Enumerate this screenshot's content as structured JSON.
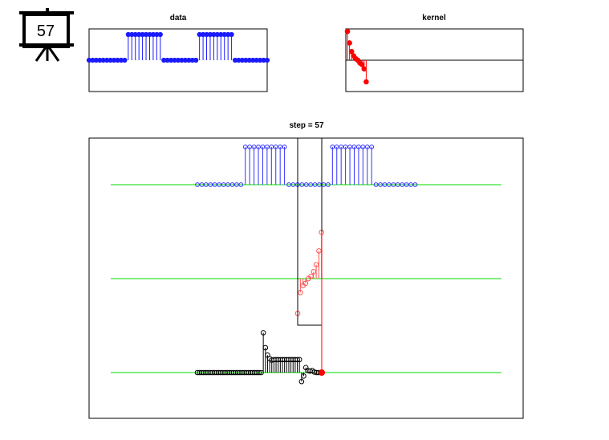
{
  "badge": {
    "step_number": "57"
  },
  "chart_data": [
    {
      "id": "data",
      "type": "stem",
      "title": "data",
      "color": "#1a1aff",
      "n": 51,
      "pattern": {
        "baseline": 0,
        "high": 1,
        "segments": [
          [
            0,
            10,
            0
          ],
          [
            11,
            20,
            1
          ],
          [
            21,
            30,
            0
          ],
          [
            31,
            40,
            1
          ],
          [
            41,
            50,
            0
          ]
        ]
      },
      "ylim": [
        -1,
        1
      ]
    },
    {
      "id": "kernel",
      "type": "stem",
      "title": "kernel",
      "color": "#ff0000",
      "values": [
        1.0,
        0.6,
        0.3,
        0.15,
        0.05,
        0.0,
        -0.1,
        -0.15,
        -0.3,
        -0.75
      ],
      "ylim": [
        -1,
        1
      ]
    },
    {
      "id": "convolution",
      "type": "stem",
      "title": "step = 57",
      "step": 57,
      "rows": {
        "data": {
          "color": "#3333ff",
          "description_values_same_as": "data"
        },
        "kernel_flipped": {
          "color": "#ff5555",
          "values": [
            -0.75,
            -0.3,
            -0.15,
            -0.1,
            0.0,
            0.05,
            0.15,
            0.3,
            0.6,
            1.0
          ]
        },
        "result": {
          "color": "#000000",
          "values": [
            0,
            0,
            0,
            0,
            0,
            0,
            0,
            0,
            0,
            0,
            0,
            0,
            0,
            0,
            0,
            0,
            0,
            0,
            0,
            0,
            0,
            0,
            0,
            0,
            0,
            0,
            0,
            0,
            0,
            0,
            0,
            0.8,
            0.5,
            0.35,
            0.28,
            0.25,
            0.26,
            0.26,
            0.26,
            0.26,
            0.26,
            0.26,
            0.26,
            0.26,
            0.26,
            0.26,
            0.26,
            0.26,
            0.26,
            -0.18,
            -0.07,
            0.1,
            0.04,
            0.03,
            0.04,
            0.01,
            0.0,
            0.0,
            0.0
          ],
          "current_value": 0.0
        }
      }
    }
  ]
}
